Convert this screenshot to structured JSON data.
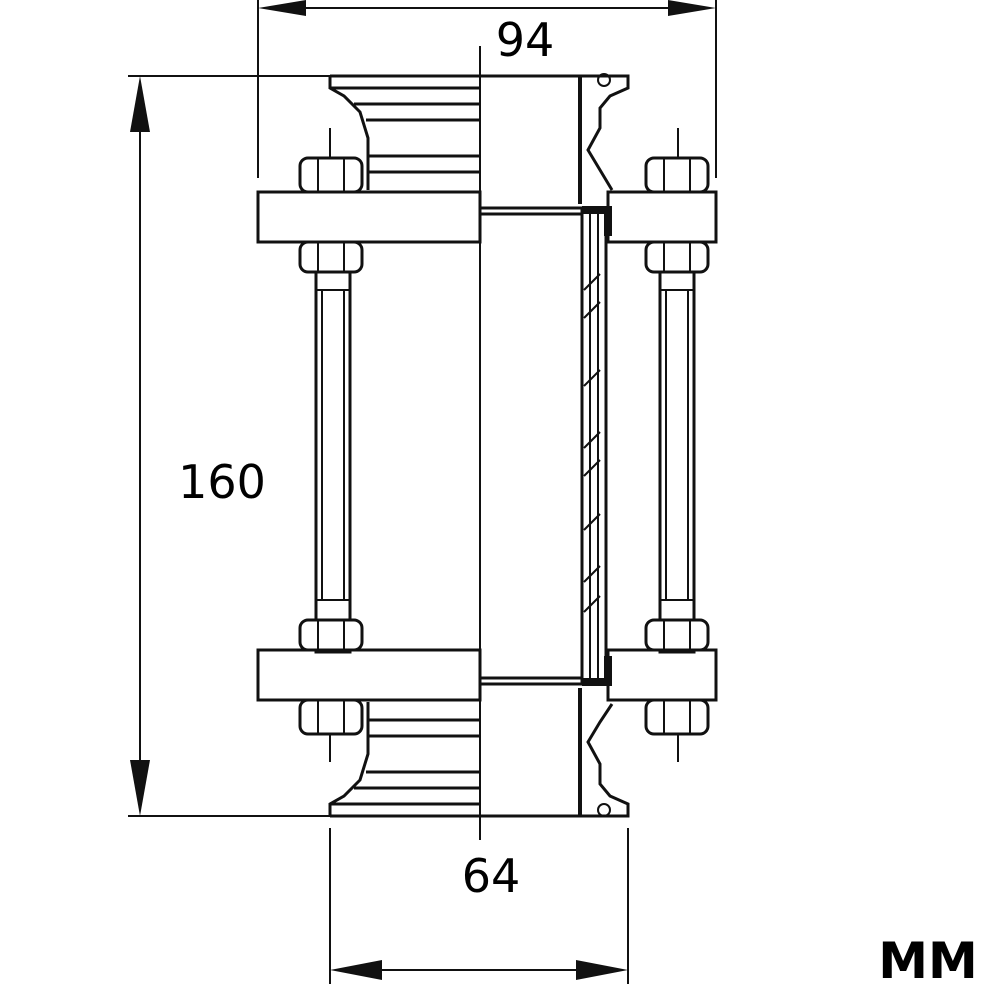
{
  "dimensions": {
    "overall_width": "94",
    "height": "160",
    "body_width": "64"
  },
  "unit": "MM",
  "colors": {
    "line": "#111111",
    "background": "#ffffff"
  }
}
